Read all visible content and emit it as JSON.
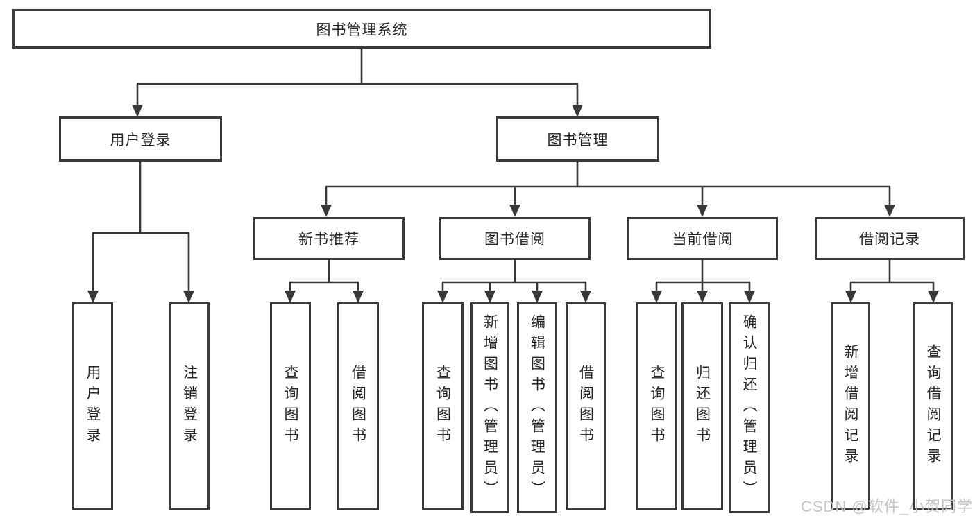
{
  "diagram": {
    "root": {
      "label": "图书管理系统"
    },
    "level2": [
      {
        "label": "用户登录"
      },
      {
        "label": "图书管理"
      }
    ],
    "level3": [
      {
        "label": "新书推荐"
      },
      {
        "label": "图书借阅"
      },
      {
        "label": "当前借阅"
      },
      {
        "label": "借阅记录"
      }
    ],
    "leaves": [
      {
        "label": "用户登录",
        "parent": "用户登录"
      },
      {
        "label": "注销登录",
        "parent": "用户登录"
      },
      {
        "label": "查询图书",
        "parent": "新书推荐"
      },
      {
        "label": "借阅图书",
        "parent": "新书推荐"
      },
      {
        "label": "查询图书",
        "parent": "图书借阅"
      },
      {
        "label": "新增图书（管理员）",
        "parent": "图书借阅"
      },
      {
        "label": "编辑图书（管理员）",
        "parent": "图书借阅"
      },
      {
        "label": "借阅图书",
        "parent": "图书借阅"
      },
      {
        "label": "查询图书",
        "parent": "当前借阅"
      },
      {
        "label": "归还图书",
        "parent": "当前借阅"
      },
      {
        "label": "确认归还（管理员）",
        "parent": "当前借阅"
      },
      {
        "label": "新增借阅记录",
        "parent": "借阅记录"
      },
      {
        "label": "查询借阅记录",
        "parent": "借阅记录"
      }
    ],
    "watermark": "CSDN @软件_小贺同学",
    "colors": {
      "line": "#383838",
      "border": "#3a3a3a",
      "text": "#262626",
      "watermark": "#c9c3c6",
      "background": "#ffffff"
    }
  }
}
